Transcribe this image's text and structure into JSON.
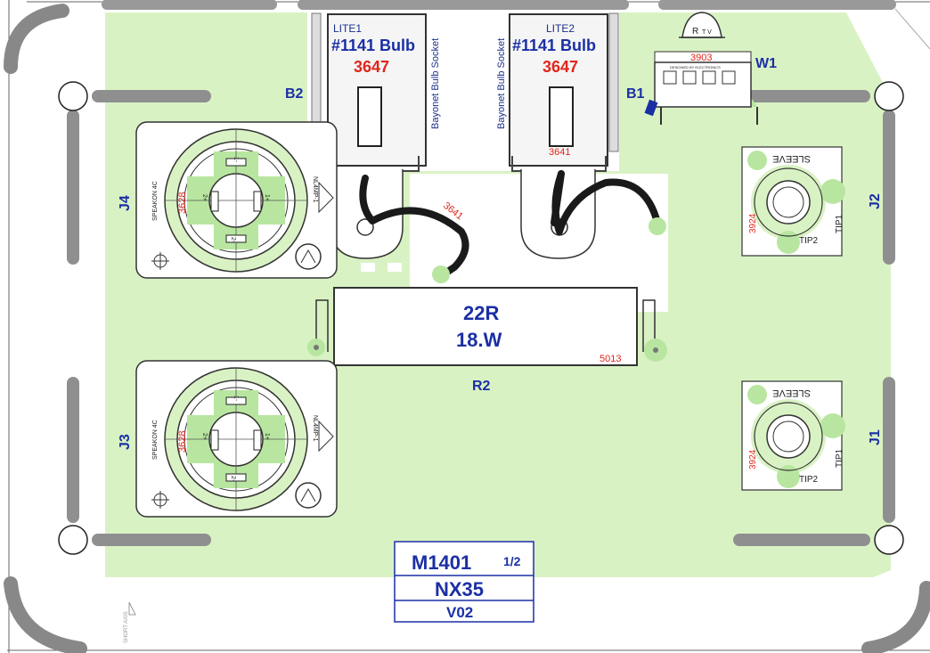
{
  "colors": {
    "board_green": "#d9f2c4",
    "part_green": "#b8e6a0",
    "outline": "#333333",
    "gray_bar": "#999999",
    "ref_blue": "#1b2fa5",
    "value_red": "#e0261b",
    "trace_black": "#1a1a1a"
  },
  "lamps": [
    {
      "ref": "LITE1",
      "part": "#1141 Bulb",
      "code": "3647",
      "socket_label": "Bayonet Bulb Socket",
      "board_ref": "B2"
    },
    {
      "ref": "LITE2",
      "part": "#1141 Bulb",
      "code": "3647",
      "socket_label": "Bayonet Bulb Socket",
      "board_ref": "B1",
      "sub_code": "3641"
    }
  ],
  "wire_label": "3641",
  "connector_w1": {
    "ref": "W1",
    "code": "3903",
    "fine_text": "DESIGNED BY ELECTRONICS"
  },
  "speakons": [
    {
      "ref": "J4",
      "code": "3628",
      "brand": "SPEAKON 4C",
      "model": "NL4MP-1",
      "pins": [
        "1-",
        "1+",
        "2+",
        "2-"
      ]
    },
    {
      "ref": "J3",
      "code": "3628",
      "brand": "SPEAKON 4C",
      "model": "NL4MP-1",
      "pins": [
        "1-",
        "1+",
        "2+",
        "2-"
      ]
    }
  ],
  "jacks": [
    {
      "ref": "J2",
      "code": "3924",
      "sleeve": "SLEEVE",
      "tip1": "TIP1",
      "tip2": "TIP2"
    },
    {
      "ref": "J1",
      "code": "3924",
      "sleeve": "SLEEVE",
      "tip1": "TIP1",
      "tip2": "TIP2"
    }
  ],
  "resistor": {
    "ref": "R2",
    "value": "22R",
    "power": "18.W",
    "code": "5013"
  },
  "rivet_label": "R",
  "rivet_sub": "T V",
  "title_block": {
    "model": "M1401",
    "sheet": "1/2",
    "product": "NX35",
    "version": "V02"
  },
  "axis_label": "SHORT AXIS"
}
